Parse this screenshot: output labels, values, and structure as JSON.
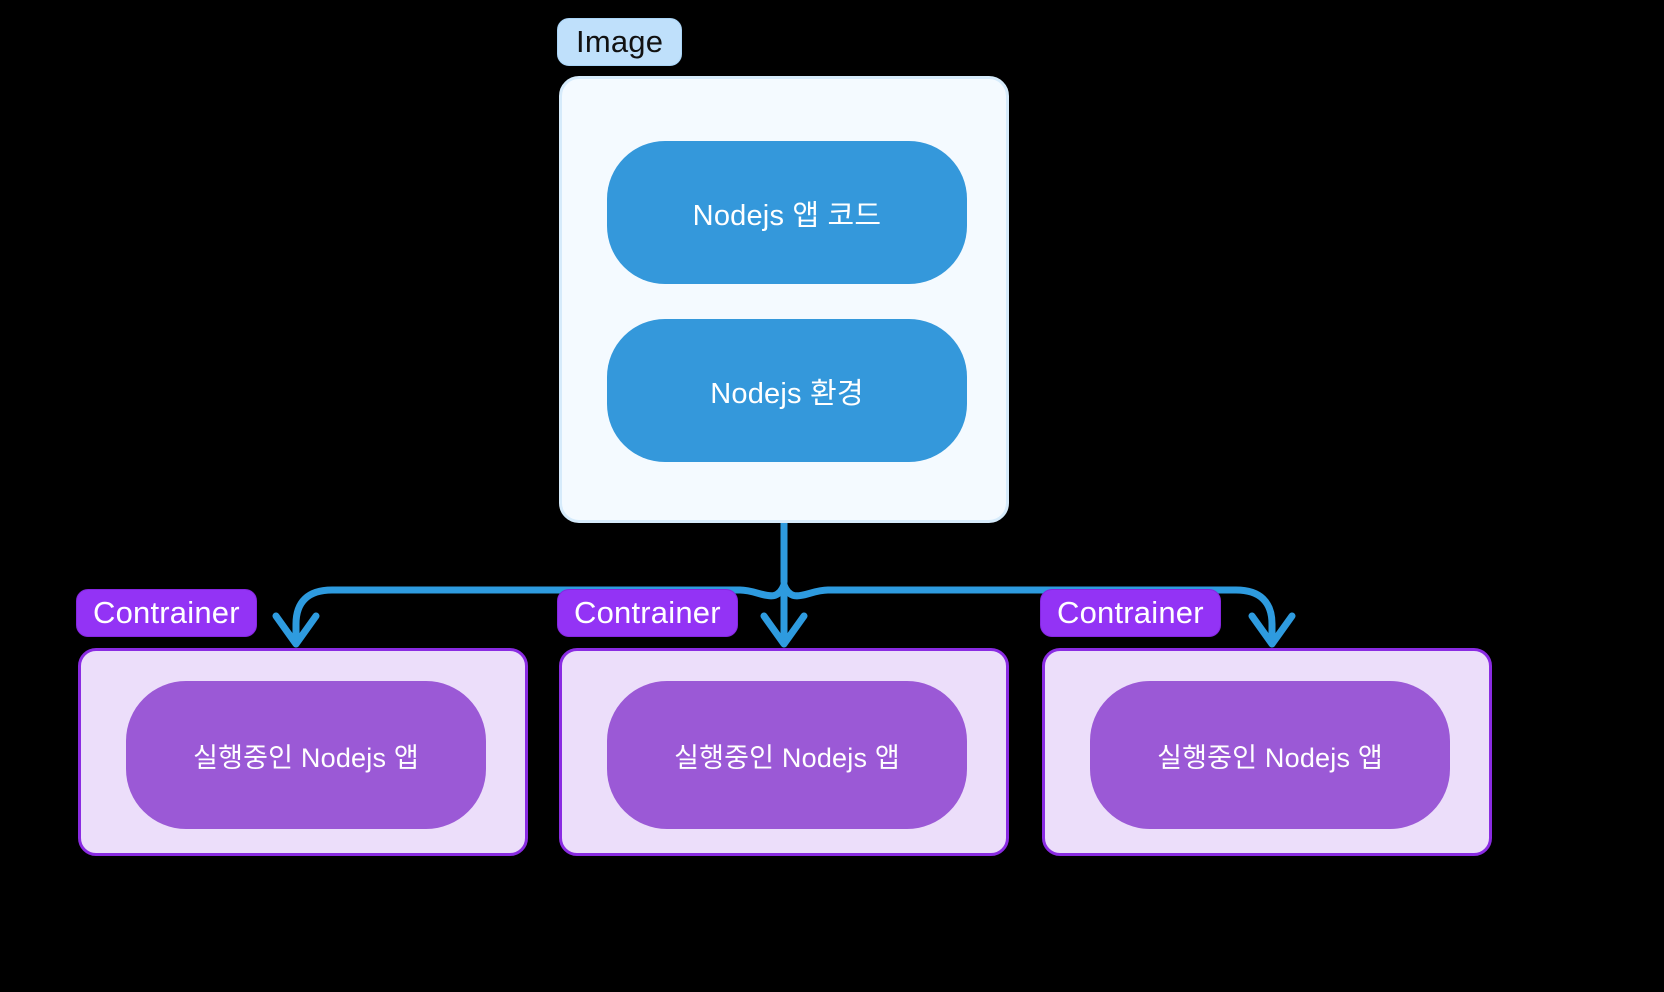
{
  "diagram": {
    "type": "flowchart",
    "background_color": "#000000",
    "edge_color": "#2e9bdf",
    "image_group": {
      "label": "Image",
      "label_bg": "#bfe0fb",
      "label_color": "#111111",
      "fill": "#f4faff",
      "border": "#d6ebfb",
      "nodes": [
        {
          "text": "Nodejs 앱 코드",
          "fill": "#3498db",
          "color": "#ffffff"
        },
        {
          "text": "Nodejs 환경",
          "fill": "#3498db",
          "color": "#ffffff"
        }
      ]
    },
    "containers": [
      {
        "label": "Contrainer",
        "label_bg": "#9333f5",
        "label_color": "#ffffff",
        "fill": "#ecdefa",
        "border": "#8a2be2",
        "node": {
          "text": "실행중인 Nodejs 앱",
          "fill": "#9b59d6",
          "color": "#ffffff"
        }
      },
      {
        "label": "Contrainer",
        "label_bg": "#9333f5",
        "label_color": "#ffffff",
        "fill": "#ecdefa",
        "border": "#8a2be2",
        "node": {
          "text": "실행중인 Nodejs 앱",
          "fill": "#9b59d6",
          "color": "#ffffff"
        }
      },
      {
        "label": "Contrainer",
        "label_bg": "#9333f5",
        "label_color": "#ffffff",
        "fill": "#ecdefa",
        "border": "#8a2be2",
        "node": {
          "text": "실행중인 Nodejs 앱",
          "fill": "#9b59d6",
          "color": "#ffffff"
        }
      }
    ],
    "edges": [
      {
        "from": "Image",
        "to": "Contrainer 1",
        "arrow": "down"
      },
      {
        "from": "Image",
        "to": "Contrainer 2",
        "arrow": "down"
      },
      {
        "from": "Image",
        "to": "Contrainer 3",
        "arrow": "down"
      }
    ]
  }
}
